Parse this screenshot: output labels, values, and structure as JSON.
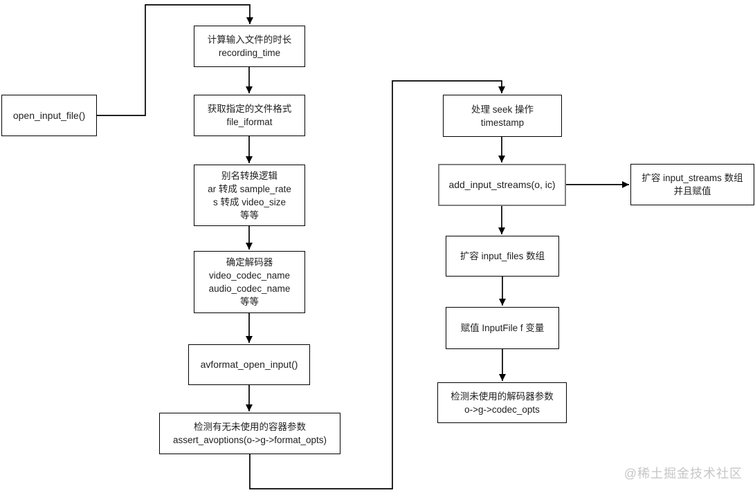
{
  "nodes": {
    "open_input_file": {
      "lines": [
        "open_input_file()"
      ]
    },
    "calc_duration": {
      "lines": [
        "计算输入文件的时长",
        "recording_time"
      ]
    },
    "file_iformat": {
      "lines": [
        "获取指定的文件格式",
        "file_iformat"
      ]
    },
    "alias_convert": {
      "lines": [
        "别名转换逻辑",
        "ar 转成 sample_rate",
        "s  转成 video_size",
        "等等"
      ]
    },
    "decoder_select": {
      "lines": [
        "确定解码器",
        "video_codec_name",
        "audio_codec_name",
        "等等"
      ]
    },
    "avformat_open_input": {
      "lines": [
        "avformat_open_input()"
      ]
    },
    "assert_avoptions": {
      "lines": [
        "检测有无未使用的容器参数",
        "assert_avoptions(o->g->format_opts)"
      ]
    },
    "seek_timestamp": {
      "lines": [
        "处理 seek 操作",
        "timestamp"
      ]
    },
    "add_input_streams": {
      "lines": [
        "add_input_streams(o, ic)"
      ]
    },
    "expand_input_streams": {
      "lines": [
        "扩容 input_streams 数组",
        "并且赋值"
      ]
    },
    "expand_input_files": {
      "lines": [
        "扩容 input_files 数组"
      ]
    },
    "assign_inputfile": {
      "lines": [
        "赋值 InputFile f 变量"
      ]
    },
    "check_codec_opts": {
      "lines": [
        "检测未使用的解码器参数",
        "o->g->codec_opts"
      ]
    }
  },
  "watermark": "@稀土掘金技术社区",
  "colors": {
    "line": "#000000",
    "box_border": "#000000",
    "highlight_border": "#7f7f7f",
    "text": "#1f1f1f",
    "watermark": "#c6c6c6",
    "background": "#ffffff"
  }
}
